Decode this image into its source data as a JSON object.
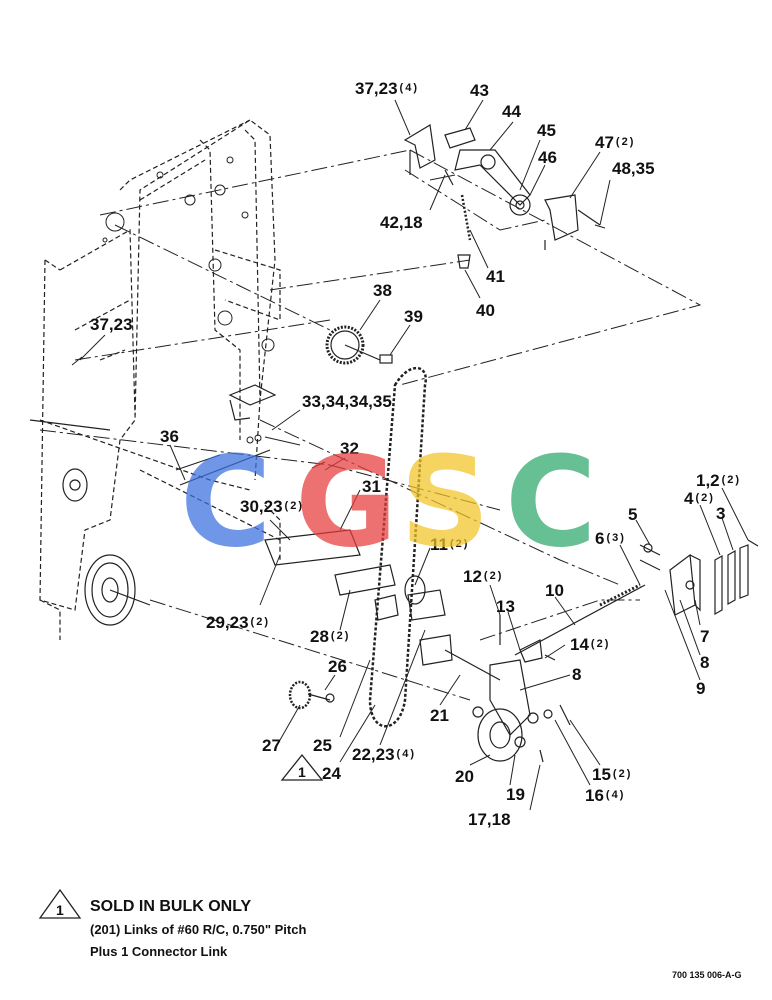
{
  "callouts": [
    {
      "id": "c1",
      "label": "37,23",
      "qty": "(4)"
    },
    {
      "id": "c2",
      "label": "43",
      "qty": ""
    },
    {
      "id": "c3",
      "label": "44",
      "qty": ""
    },
    {
      "id": "c4",
      "label": "45",
      "qty": ""
    },
    {
      "id": "c5",
      "label": "46",
      "qty": ""
    },
    {
      "id": "c6",
      "label": "47",
      "qty": "(2)"
    },
    {
      "id": "c7",
      "label": "48,35",
      "qty": ""
    },
    {
      "id": "c8",
      "label": "42,18",
      "qty": ""
    },
    {
      "id": "c9",
      "label": "41",
      "qty": ""
    },
    {
      "id": "c10",
      "label": "40",
      "qty": ""
    },
    {
      "id": "c11",
      "label": "38",
      "qty": ""
    },
    {
      "id": "c12",
      "label": "39",
      "qty": ""
    },
    {
      "id": "c13",
      "label": "37,23",
      "qty": ""
    },
    {
      "id": "c14",
      "label": "33,34,34,35",
      "qty": ""
    },
    {
      "id": "c15",
      "label": "36",
      "qty": ""
    },
    {
      "id": "c16",
      "label": "32",
      "qty": ""
    },
    {
      "id": "c17",
      "label": "31",
      "qty": ""
    },
    {
      "id": "c18",
      "label": "30,23",
      "qty": "(2)"
    },
    {
      "id": "c19",
      "label": "11",
      "qty": "(2)"
    },
    {
      "id": "c20",
      "label": "1,2",
      "qty": "(2)"
    },
    {
      "id": "c21",
      "label": "4",
      "qty": "(2)"
    },
    {
      "id": "c22",
      "label": "3",
      "qty": ""
    },
    {
      "id": "c23",
      "label": "5",
      "qty": ""
    },
    {
      "id": "c24",
      "label": "6",
      "qty": "(3)"
    },
    {
      "id": "c25",
      "label": "12",
      "qty": "(2)"
    },
    {
      "id": "c26",
      "label": "10",
      "qty": ""
    },
    {
      "id": "c27",
      "label": "13",
      "qty": ""
    },
    {
      "id": "c28",
      "label": "14",
      "qty": "(2)"
    },
    {
      "id": "c29",
      "label": "7",
      "qty": ""
    },
    {
      "id": "c30",
      "label": "8",
      "qty": ""
    },
    {
      "id": "c31",
      "label": "9",
      "qty": ""
    },
    {
      "id": "c32",
      "label": "8",
      "qty": ""
    },
    {
      "id": "c33",
      "label": "29,23",
      "qty": "(2)"
    },
    {
      "id": "c34",
      "label": "28",
      "qty": "(2)"
    },
    {
      "id": "c35",
      "label": "26",
      "qty": ""
    },
    {
      "id": "c36",
      "label": "21",
      "qty": ""
    },
    {
      "id": "c37",
      "label": "27",
      "qty": ""
    },
    {
      "id": "c38",
      "label": "25",
      "qty": ""
    },
    {
      "id": "c39",
      "label": "22,23",
      "qty": "(4)"
    },
    {
      "id": "c40",
      "label": "24",
      "qty": ""
    },
    {
      "id": "c41",
      "label": "20",
      "qty": ""
    },
    {
      "id": "c42",
      "label": "19",
      "qty": ""
    },
    {
      "id": "c43",
      "label": "15",
      "qty": "(2)"
    },
    {
      "id": "c44",
      "label": "16",
      "qty": "(4)"
    },
    {
      "id": "c45",
      "label": "17,18",
      "qty": ""
    }
  ],
  "note": {
    "symbol": "1",
    "title": "SOLD IN BULK ONLY",
    "line1": "(201) Links of #60 R/C, 0.750\" Pitch",
    "line2": "Plus 1 Connector Link",
    "marker_symbol": "1"
  },
  "drawing_number": "700 135 006-A-G",
  "watermark": {
    "letters": [
      "C",
      "G",
      "S",
      "C"
    ],
    "colors": [
      "#3a6fe0",
      "#e83b3b",
      "#f2c425",
      "#2ea86a"
    ]
  }
}
